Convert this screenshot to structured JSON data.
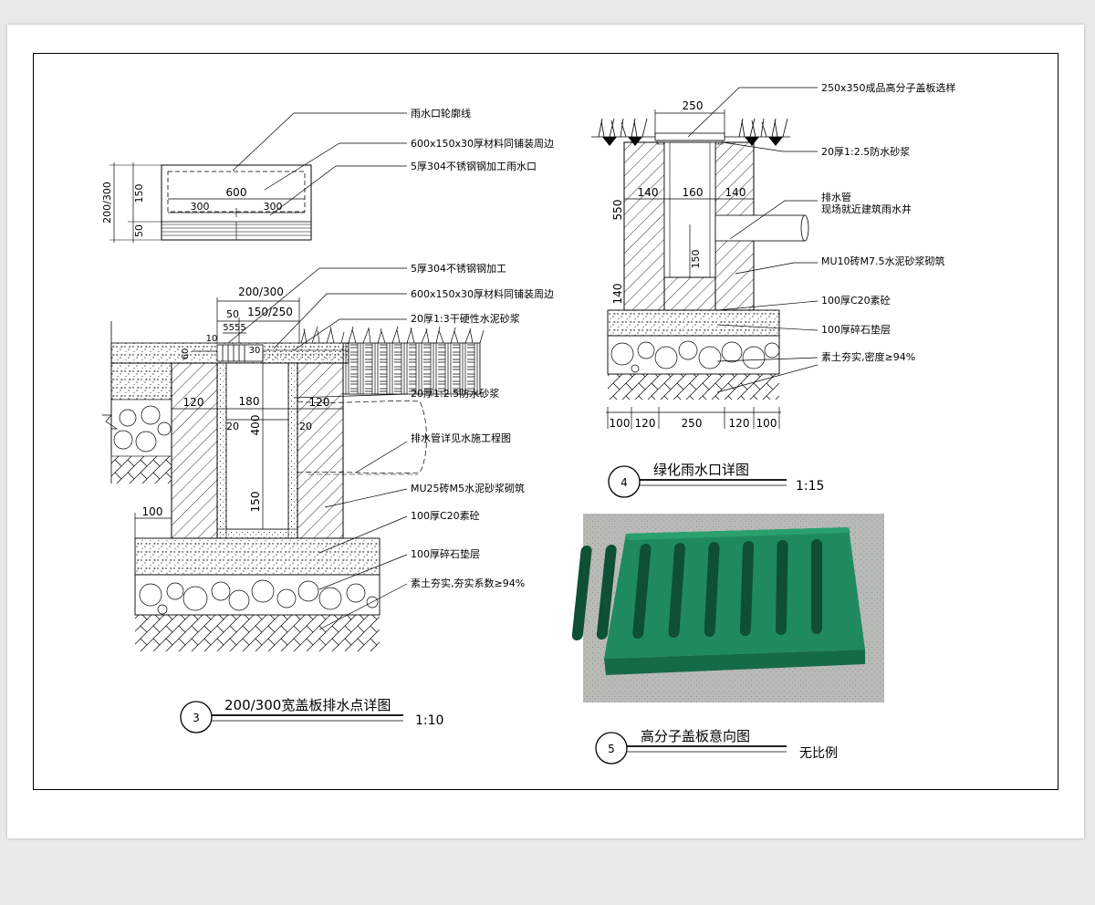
{
  "detail3": {
    "title": "200/300宽盖板排水点详图",
    "number": "3",
    "scale": "1:10",
    "plan_dims": {
      "height_total": "200/300",
      "h150": "150",
      "h50": "50",
      "w600": "600",
      "w300a": "300",
      "w300b": "300"
    },
    "plan_labels": [
      "雨水口轮廓线",
      "600x150x30厚材料同铺装周边",
      "5厚304不锈钢钢加工雨水口"
    ],
    "section_labels": [
      "5厚304不锈钢钢加工",
      "600x150x30厚材料同铺装周边",
      "20厚1:3干硬性水泥砂浆",
      "20厚1:2.5防水砂浆",
      "排水管详见水施工程图",
      "MU25砖M5水泥砂浆砌筑",
      "100厚C20素砼",
      "100厚碎石垫层",
      "素土夯实,夯实系数≥94%"
    ],
    "section_dims": {
      "top": "200/300",
      "d50": "50",
      "d150_250": "150/250",
      "d5555": "5555",
      "d10": "10",
      "d60": "60",
      "d30": "30",
      "d120l": "120",
      "d180": "180",
      "d120r": "120",
      "d20l": "20",
      "d20r": "20",
      "d400": "400",
      "d150": "150",
      "d100": "100"
    }
  },
  "detail4": {
    "title": "绿化雨水口详图",
    "number": "4",
    "scale": "1:15",
    "labels": [
      "250x350成品高分子盖板选样",
      "20厚1:2.5防水砂浆",
      "排水管",
      "现场就近建筑雨水井",
      "MU10砖M7.5水泥砂浆砌筑",
      "100厚C20素砼",
      "100厚碎石垫层",
      "素土夯实,密度≥94%"
    ],
    "dims": {
      "top250": "250",
      "w140a": "140",
      "w160": "160",
      "w140b": "140",
      "h550": "550",
      "h150": "150",
      "h140": "140",
      "b100a": "100",
      "b120a": "120",
      "b250": "250",
      "b120b": "120",
      "b100b": "100"
    }
  },
  "detail5": {
    "title": "高分子盖板意向图",
    "number": "5",
    "scale": "无比例"
  },
  "colors": {
    "grate": "#1f8a5e",
    "grate_dark": "#166b47",
    "ground": "#b8bab6"
  }
}
